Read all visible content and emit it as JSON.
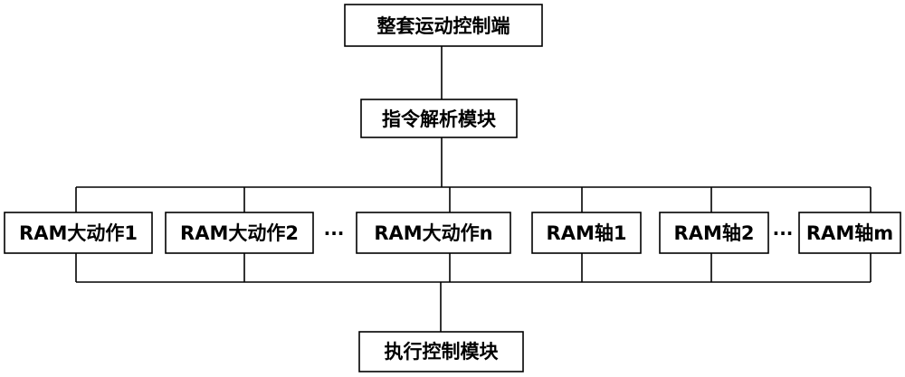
{
  "nodes": {
    "top": "整套运动控制端",
    "parser": "指令解析模块",
    "bottom": "执行控制模块",
    "actions": [
      "RAM大动作1",
      "RAM大动作2",
      "RAM大动作n"
    ],
    "axes": [
      "RAM轴1",
      "RAM轴2",
      "RAM轴m"
    ]
  },
  "ellipsis": "···"
}
